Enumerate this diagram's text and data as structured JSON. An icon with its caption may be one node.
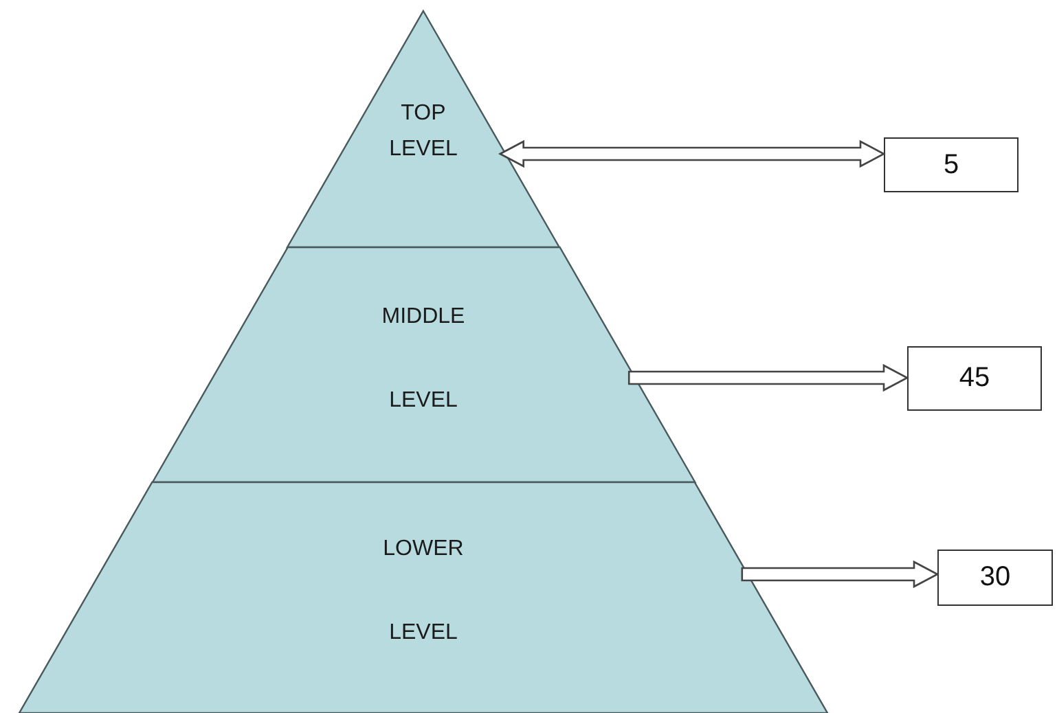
{
  "diagram": {
    "nodes": [
      {
        "text": [
          "TOP LEVEL"
        ]
      },
      {
        "text": [
          "MIDDLE",
          "LEVEL"
        ]
      },
      {
        "text": [
          "LOWER",
          "LEVEL"
        ]
      },
      {
        "text": [
          "5"
        ]
      },
      {
        "text": [
          "45"
        ]
      },
      {
        "text": [
          "30"
        ]
      }
    ],
    "edges": [
      {
        "from": 0,
        "to": 3,
        "arrow": "both"
      },
      {
        "from": 1,
        "to": 4,
        "arrow": "to"
      },
      {
        "from": 2,
        "to": 5,
        "arrow": "to"
      }
    ]
  }
}
